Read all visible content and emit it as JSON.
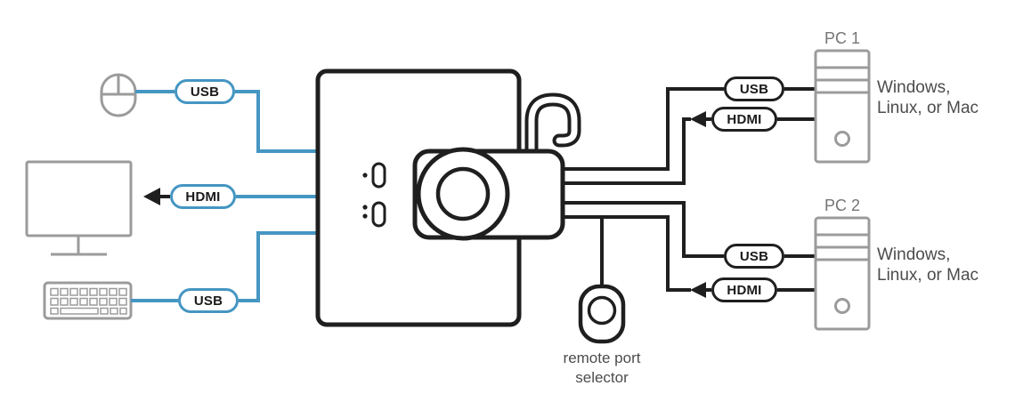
{
  "peripherals": {
    "mouse_cable_label": "USB",
    "monitor_cable_label": "HDMI",
    "keyboard_cable_label": "USB"
  },
  "kvm": {
    "remote_selector_line1": "remote port",
    "remote_selector_line2": "selector"
  },
  "computers": [
    {
      "title": "PC 1",
      "usb_label": "USB",
      "hdmi_label": "HDMI",
      "os_line1": "Windows,",
      "os_line2": "Linux, or Mac"
    },
    {
      "title": "PC 2",
      "usb_label": "USB",
      "hdmi_label": "HDMI",
      "os_line1": "Windows,",
      "os_line2": "Linux, or Mac"
    }
  ],
  "colors": {
    "cable_blue": "#4596c2",
    "cable_black": "#1f1f1f",
    "device_gray": "#9b9b9b",
    "text_gray": "#4c4c4c"
  }
}
